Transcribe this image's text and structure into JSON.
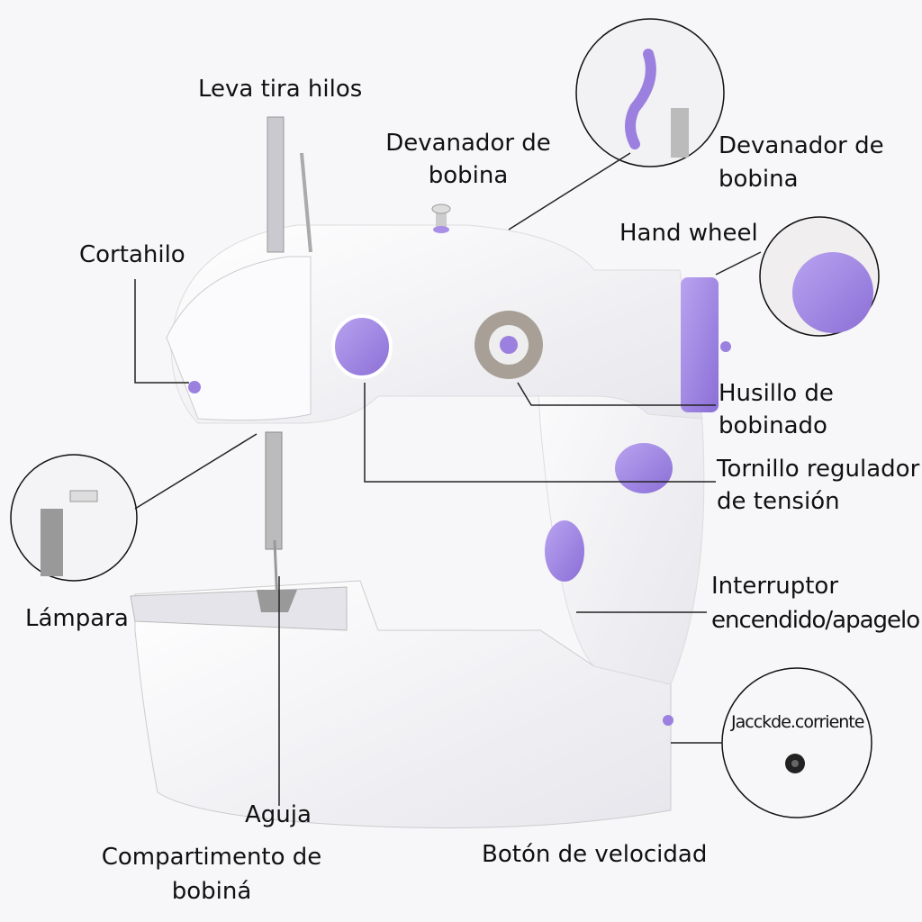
{
  "labels": {
    "leva": "Leva tira hilos",
    "devanador_line1": "Devanador de",
    "devanador_line2": "bobina",
    "devanador_zoom_line1": "Devanador de",
    "devanador_zoom_line2": "bobina",
    "hand_wheel": "Hand wheel",
    "cortahilo": "Cortahilo",
    "husillo_line1": "Husillo de",
    "husillo_line2": "bobinado",
    "tornillo_line1": "Tornillo regulador",
    "tornillo_line2": "de tensión",
    "lampara": "Lámpara",
    "interruptor_line1": "Interruptor",
    "interruptor_line2": "encendido/apagelo",
    "jack": "Jacckde.corriente",
    "aguja": "Aguja",
    "compartimento_line1": "Compartimento de",
    "compartimento_line2": "bobiná",
    "boton_velocidad": "Botón de velocidad"
  },
  "colors": {
    "accent": "#9a7ee0",
    "body": "#ffffff",
    "line": "#222222"
  }
}
